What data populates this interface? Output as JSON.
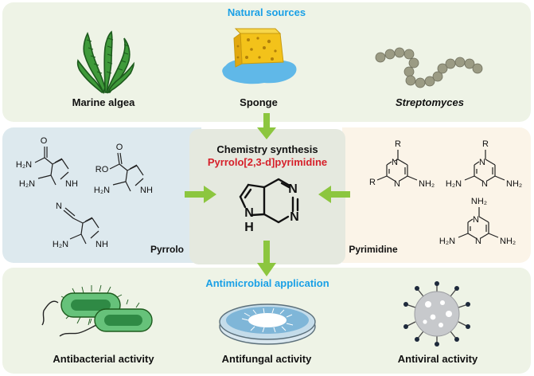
{
  "sources": {
    "title": "Natural sources",
    "items": [
      {
        "label": "Marine algea"
      },
      {
        "label": "Sponge"
      },
      {
        "label": "Streptomyces"
      }
    ]
  },
  "synthesis": {
    "title": "Chemistry synthesis",
    "compound": "Pyrrolo[2,3-d]pyrimidine",
    "ring_atoms": {
      "n1": "N",
      "nh": "N",
      "h": "H"
    }
  },
  "pyrrolo": {
    "label": "Pyrrolo",
    "s1": {
      "amide": "H₂N",
      "oxygen": "O",
      "amine": "H₂N",
      "nh": "NH"
    },
    "s2": {
      "oxygen": "O",
      "ro": "RO",
      "amine": "H₂N",
      "nh": "NH"
    },
    "s3": {
      "nitrile": "N",
      "amine": "H₂N",
      "nh": "NH"
    }
  },
  "pyrimidine": {
    "label": "Pyrimidine",
    "s1": {
      "r_top": "R",
      "r_left": "R",
      "n_a": "N",
      "n_b": "N",
      "nh2": "NH₂"
    },
    "s2": {
      "r_top": "R",
      "n_a": "N",
      "n_b": "N",
      "nh2_left": "H₂N",
      "nh2_right": "NH₂"
    },
    "s3": {
      "nh2_top": "NH₂",
      "n_a": "N",
      "n_b": "N",
      "nh2_left": "H₂N",
      "nh2_right": "NH₂"
    }
  },
  "applications": {
    "title": "Antimicrobial application",
    "items": [
      {
        "label": "Antibacterial activity"
      },
      {
        "label": "Antifungal activity"
      },
      {
        "label": "Antiviral activity"
      }
    ]
  },
  "colors": {
    "section_title": "#1aa0e6",
    "compound_name": "#d6202a",
    "arrow": "#8cc63f",
    "panel_green": "#eef3e6",
    "panel_blue": "#dde9ee",
    "panel_cream": "#fbf4e8"
  }
}
